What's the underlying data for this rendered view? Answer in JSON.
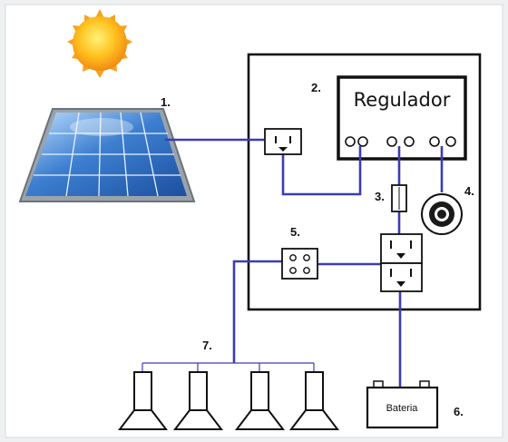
{
  "labels": {
    "panel_num": "1.",
    "regulator_num": "2.",
    "fuse_num": "3.",
    "switch_num": "4.",
    "connector_num": "5.",
    "battery_num": "6.",
    "lamps_num": "7."
  },
  "regulator": {
    "title": "Regulador"
  },
  "battery": {
    "label": "Bateria"
  },
  "colors": {
    "wire": "#3c3cb4",
    "sun": "#f6a21c",
    "panel": "#3d7fd0",
    "background": "#eef0f1"
  },
  "icons": [
    "sun-icon",
    "solar-panel-icon",
    "outlet-icon",
    "fuse-icon",
    "switch-knob-icon",
    "battery-icon",
    "lamp-icon"
  ]
}
